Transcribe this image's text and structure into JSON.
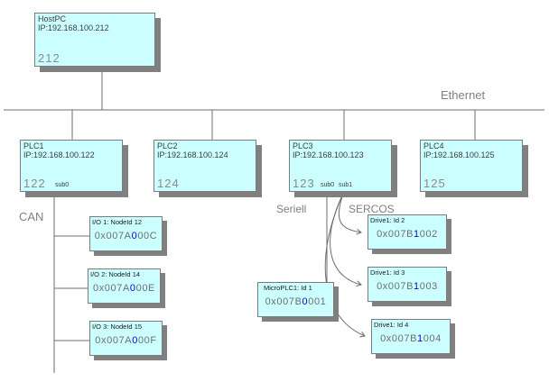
{
  "host": {
    "name": "HostPC",
    "ip": "IP:192.168.100.212",
    "number": "212"
  },
  "bus_labels": {
    "ethernet": "Ethernet",
    "can": "CAN",
    "seriell": "Seriell",
    "sercos": "SERCOS"
  },
  "plcs": [
    {
      "name": "PLC1",
      "ip": "IP:192.168.100.122",
      "number": "122",
      "sub0": "sub0"
    },
    {
      "name": "PLC2",
      "ip": "IP:192.168.100.124",
      "number": "124"
    },
    {
      "name": "PLC3",
      "ip": "IP:192.168.100.123",
      "number": "123",
      "sub0": "sub0",
      "sub1": "sub1"
    },
    {
      "name": "PLC4",
      "ip": "IP:192.168.100.125",
      "number": "125"
    }
  ],
  "can_nodes": [
    {
      "title": "I/O 1: NodeId 12",
      "addr_prefix": "0x007A",
      "addr_highlight": "0",
      "addr_suffix": "00C"
    },
    {
      "title": "I/O 2: NodeId 14",
      "addr_prefix": "0x007A",
      "addr_highlight": "0",
      "addr_suffix": "00E"
    },
    {
      "title": "I/O 3: NodeId 15",
      "addr_prefix": "0x007A",
      "addr_highlight": "0",
      "addr_suffix": "00F"
    }
  ],
  "serial_node": {
    "title": "MicroPLC1: Id 1",
    "addr_prefix": "0x007B",
    "addr_highlight": "0",
    "addr_suffix": "001"
  },
  "sercos_nodes": [
    {
      "title": "Drive1: Id 2",
      "addr_prefix": "0x007B",
      "addr_highlight": "1",
      "addr_suffix": "002"
    },
    {
      "title": "Drive1: Id 3",
      "addr_prefix": "0x007B",
      "addr_highlight": "1",
      "addr_suffix": "003"
    },
    {
      "title": "Drive1: Id 4",
      "addr_prefix": "0x007B",
      "addr_highlight": "1",
      "addr_suffix": "004"
    }
  ],
  "colors": {
    "node_fill": "#ccffff",
    "node_border": "#7c7c7c",
    "node_shadow": "#808080",
    "wire": "#6e6e6e",
    "bus_label_text": "#808080",
    "address_text": "#6e6e6e",
    "address_highlight": "#0000ee"
  }
}
